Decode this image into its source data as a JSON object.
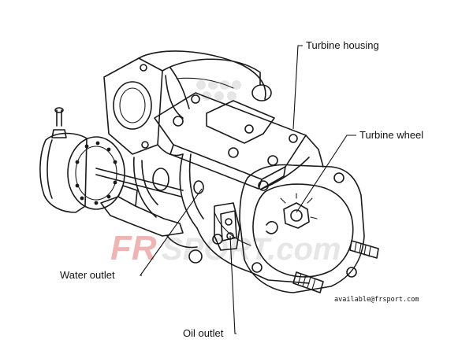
{
  "labels": {
    "turbine_housing": "Turbine housing",
    "turbine_wheel": "Turbine wheel",
    "water_outlet": "Water outlet",
    "oil_outlet": "Oil outlet"
  },
  "credit": "available@frsport.com",
  "watermark": {
    "text_primary": "FRSPORT",
    "text_secondary": "FRSPORT.com",
    "color_red": "#d22a2a",
    "color_gray": "#b8b8b8"
  },
  "colors": {
    "line": "#1a1a1a",
    "background": "#ffffff"
  }
}
